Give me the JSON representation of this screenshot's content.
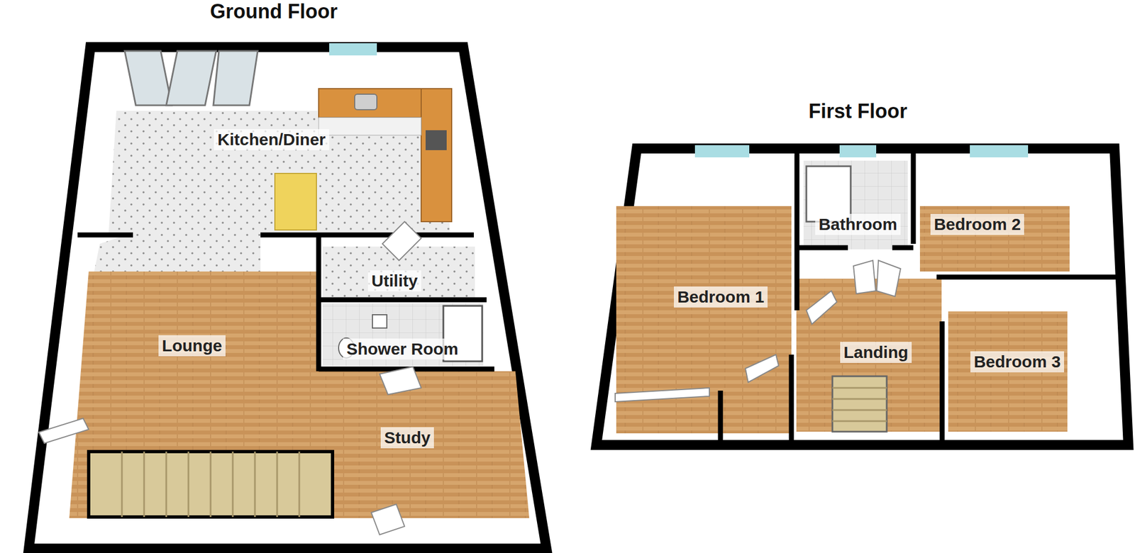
{
  "diagram": {
    "nodes": [
      {
        "text": [
          "Ground Floor"
        ]
      },
      {
        "text": [
          "Kitchen/Diner"
        ],
        "in": 0
      },
      {
        "text": [
          "Utility"
        ],
        "in": 0
      },
      {
        "text": [
          "Lounge"
        ],
        "in": 0
      },
      {
        "text": [
          "Shower Room"
        ],
        "in": 0
      },
      {
        "text": [
          "Study"
        ],
        "in": 0
      },
      {
        "text": [
          "First Floor"
        ]
      },
      {
        "text": [
          "Bathroom"
        ],
        "in": 6
      },
      {
        "text": [
          "Bedroom 2"
        ],
        "in": 6
      },
      {
        "text": [
          "Bedroom 1"
        ],
        "in": 6
      },
      {
        "text": [
          "Landing"
        ],
        "in": 6
      },
      {
        "text": [
          "Bedroom 3"
        ],
        "in": 6
      }
    ]
  }
}
